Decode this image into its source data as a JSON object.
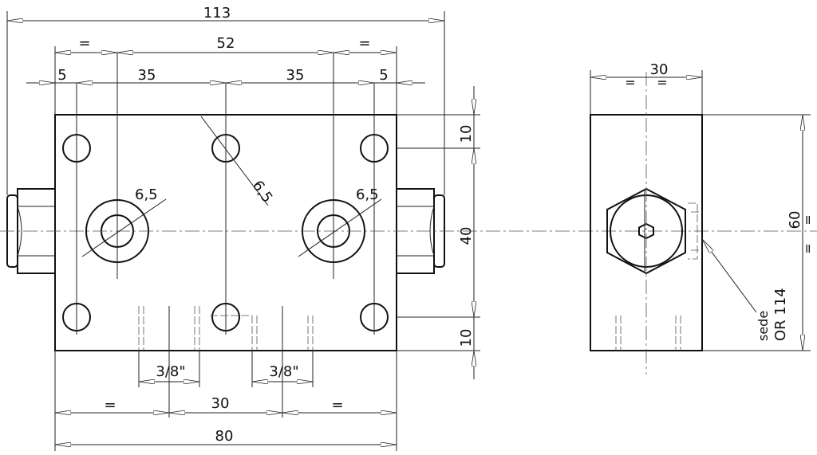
{
  "front_view": {
    "dim_overall": "113",
    "dim_equal_left": "=",
    "dim_middle": "52",
    "dim_equal_right": "=",
    "dim_edge_left": "5",
    "dim_pitch_left": "35",
    "dim_pitch_right": "35",
    "dim_edge_right": "5",
    "dim_hole_top": "6,5",
    "dim_port_left": "6,5",
    "dim_port_right": "6,5",
    "dim_top_10": "10",
    "dim_mid_40": "40",
    "dim_bottom_10": "10",
    "dim_thread_left": "3/8\"",
    "dim_thread_right": "3/8\"",
    "dim_bottom_equal_left": "=",
    "dim_bottom_30": "30",
    "dim_bottom_equal_right": "=",
    "dim_width_80": "80"
  },
  "side_view": {
    "dim_width_30": "30",
    "dim_height_60": "60",
    "note_line1": "sede",
    "note_line2": "OR 114"
  }
}
